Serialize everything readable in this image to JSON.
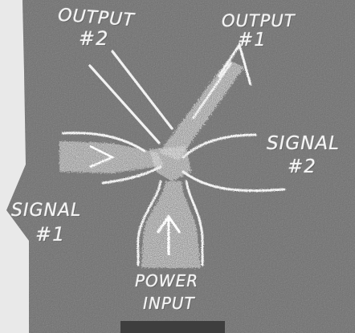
{
  "labels": {
    "output_2": {
      "line1": "OUTPUT",
      "line2": "#2"
    },
    "output_1": {
      "line1": "OUTPUT",
      "line2": "#1"
    },
    "signal_2": {
      "line1": "SIGNAL",
      "line2": "#2"
    },
    "signal_1": {
      "line1": "SIGNAL",
      "line2": "#1"
    },
    "power_input": {
      "line1": "POWER",
      "line2": "INPUT"
    }
  },
  "colors": {
    "board": "#6f6f6f",
    "chalk": "#f4f4f4",
    "paper": "#e9e9e9"
  }
}
